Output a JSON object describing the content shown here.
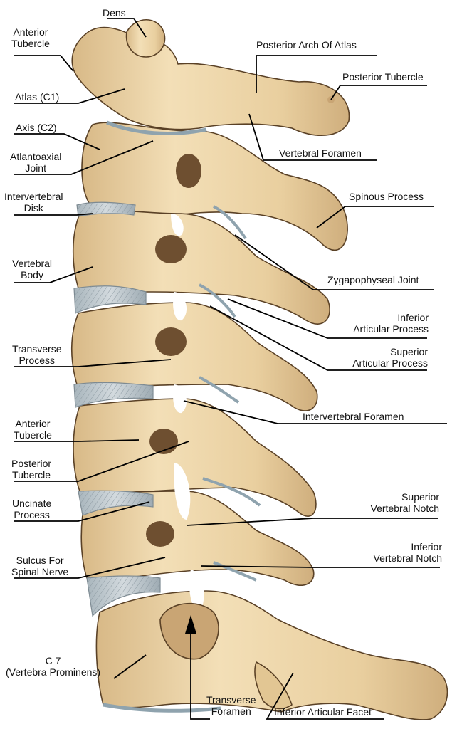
{
  "figure": {
    "colors": {
      "bone": "#efd8ac",
      "bone_shadow": "#c9a574",
      "bone_outline": "#5a4126",
      "hole": "#6e4f30",
      "disk": "#b9c3c9",
      "disk_outline": "#7d8a92",
      "cartilage": "#8fa3ae",
      "leader": "#000000"
    }
  },
  "labels": {
    "dens": "Dens",
    "anterior_tubercle_c1": [
      "Anterior",
      "Tubercle"
    ],
    "atlas": "Atlas (C1)",
    "axis": "Axis (C2)",
    "atlantoaxial_joint": [
      "Atlantoaxial",
      "Joint"
    ],
    "intervertebral_disk": [
      "Intervertebral",
      "Disk"
    ],
    "vertebral_body": [
      "Vertebral",
      "Body"
    ],
    "transverse_process": [
      "Transverse",
      "Process"
    ],
    "anterior_tubercle": [
      "Anterior",
      "Tubercle"
    ],
    "posterior_tubercle_left": [
      "Posterior",
      "Tubercle"
    ],
    "uncinate_process": [
      "Uncinate",
      "Process"
    ],
    "sulcus_spinal_nerve": [
      "Sulcus For",
      "Spinal Nerve"
    ],
    "c7": [
      "C 7",
      "(Vertebra Prominens)"
    ],
    "posterior_arch_atlas": "Posterior Arch Of Atlas",
    "posterior_tubercle_right": "Posterior Tubercle",
    "vertebral_foramen": "Vertebral Foramen",
    "spinous_process": "Spinous Process",
    "zygapophyseal_joint": "Zygapophyseal Joint",
    "inferior_articular_process": [
      "Inferior",
      "Articular Process"
    ],
    "superior_articular_process": [
      "Superior",
      "Articular Process"
    ],
    "intervertebral_foramen": "Intervertebral Foramen",
    "superior_vertebral_notch": [
      "Superior",
      "Vertebral Notch"
    ],
    "inferior_vertebral_notch": [
      "Inferior",
      "Vertebral Notch"
    ],
    "transverse_foramen": [
      "Transverse",
      "Foramen"
    ],
    "inferior_articular_facet": "Inferior Articular Facet"
  }
}
